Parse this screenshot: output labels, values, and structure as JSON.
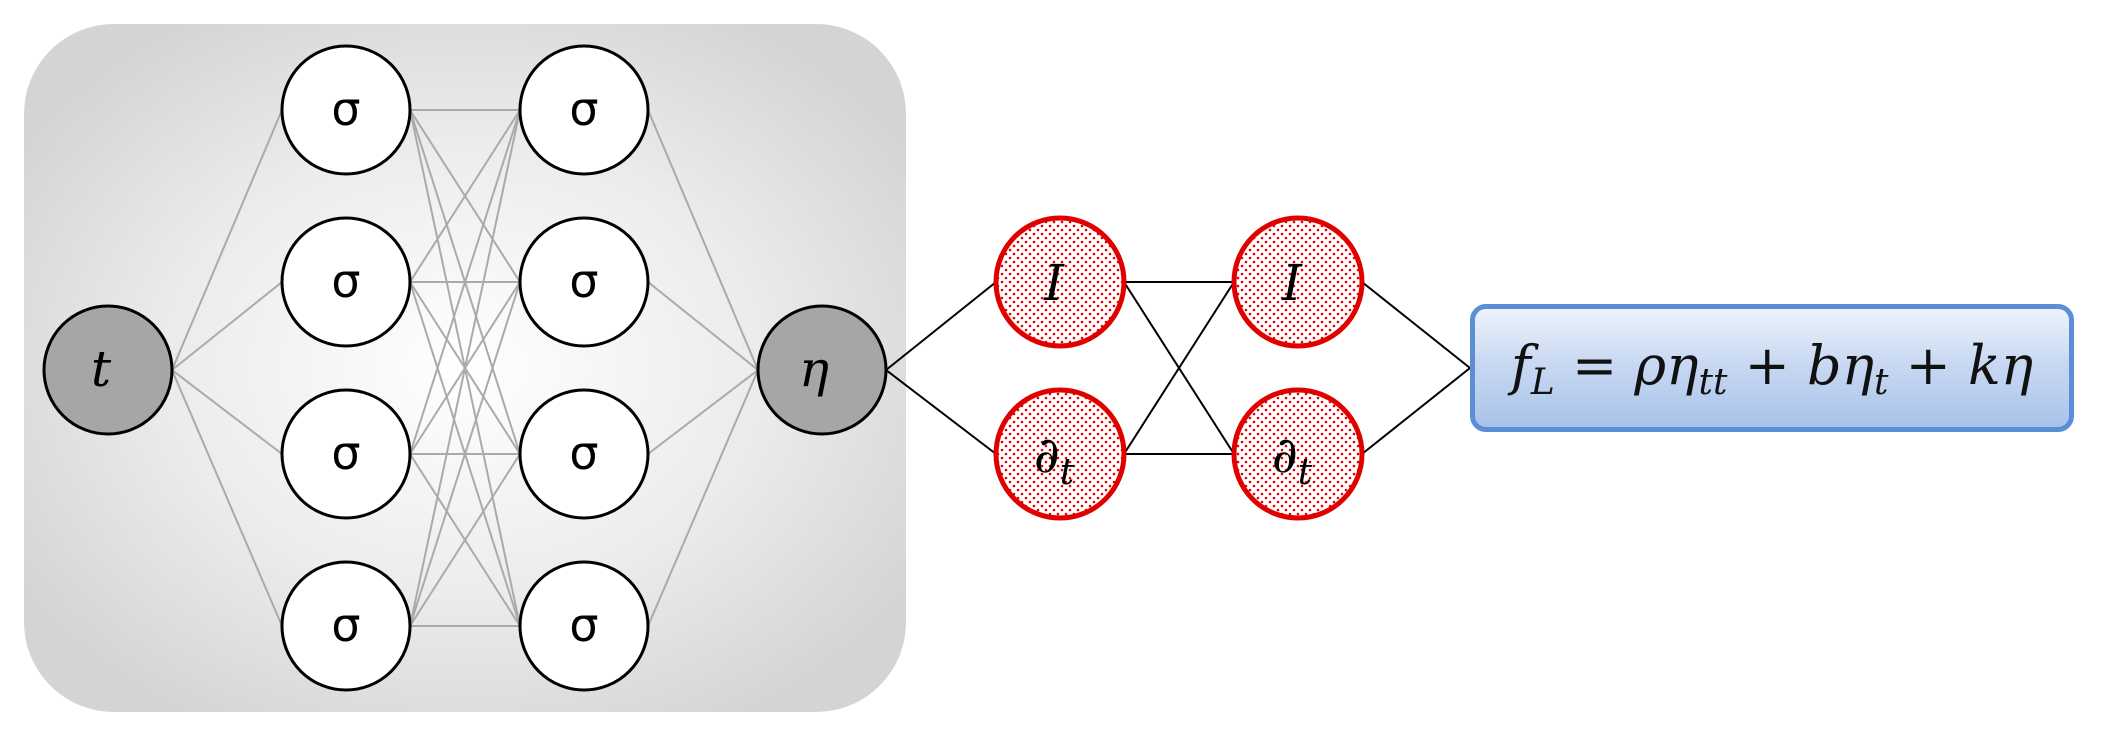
{
  "network": {
    "input_label": "t",
    "hidden_label": "σ",
    "output_label": "η"
  },
  "operators": {
    "identity_label": "I",
    "derivative_label": "∂",
    "derivative_sub": "t"
  },
  "formula": {
    "lhs": "f",
    "lhs_sub": "L",
    "eq": " = ρη",
    "t1_sub": "tt",
    "plus1": " + bη",
    "t2_sub": "t",
    "plus2": " + kη"
  },
  "colors": {
    "panel": "#d9d9d9",
    "input_node": "#a6a6a6",
    "operator_border": "#e00000",
    "operator_dots": "#e00000",
    "formula_border": "#5b8ed6"
  }
}
